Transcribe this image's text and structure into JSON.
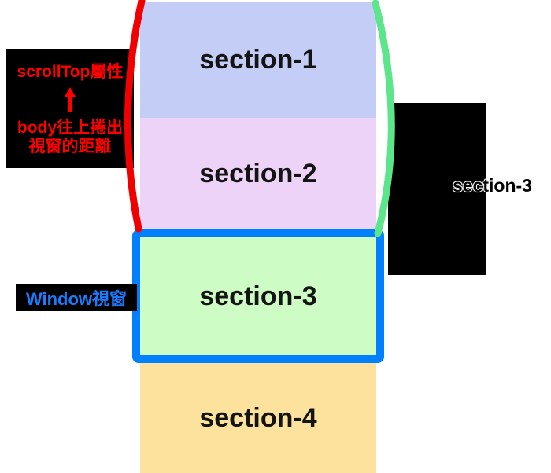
{
  "diagram": {
    "sections": [
      {
        "label": "section-1",
        "color": "#c3cdf5"
      },
      {
        "label": "section-2",
        "color": "#eed3f8"
      },
      {
        "label": "section-3",
        "color": "#cdfcc4"
      },
      {
        "label": "section-4",
        "color": "#fce29c"
      }
    ],
    "viewport": {
      "label": "Window視窗",
      "border_color": "#0080ff",
      "label_color": "#1a7cff"
    },
    "scrolltop_note": {
      "title": "scrollTop屬性",
      "line1": "body往上捲出",
      "line2": "視窗的距離",
      "text_color": "#ff0000"
    },
    "right_note": {
      "label": "section-3"
    },
    "braces": {
      "scrolltop_brace_color": "#f00000",
      "offset_brace_color": "#5ce58a"
    }
  }
}
